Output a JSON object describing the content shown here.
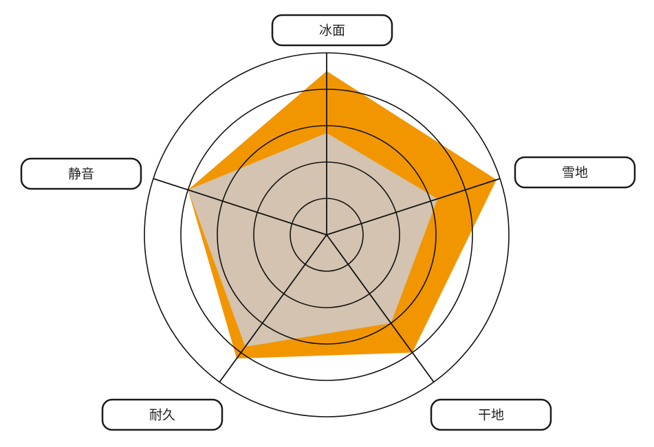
{
  "chart_data": {
    "type": "radar",
    "axes": [
      "冰面",
      "雪地",
      "干地",
      "耐久",
      "静音"
    ],
    "scale_max": 5,
    "rings": 5,
    "series": [
      {
        "values": [
          4.5,
          4.9,
          4.0,
          4.2,
          4.0
        ],
        "color": "#f29600"
      },
      {
        "values": [
          2.8,
          3.2,
          3.0,
          3.8,
          4.0
        ],
        "color": "#d3c3b0"
      }
    ],
    "legend": "none",
    "grid": true
  }
}
